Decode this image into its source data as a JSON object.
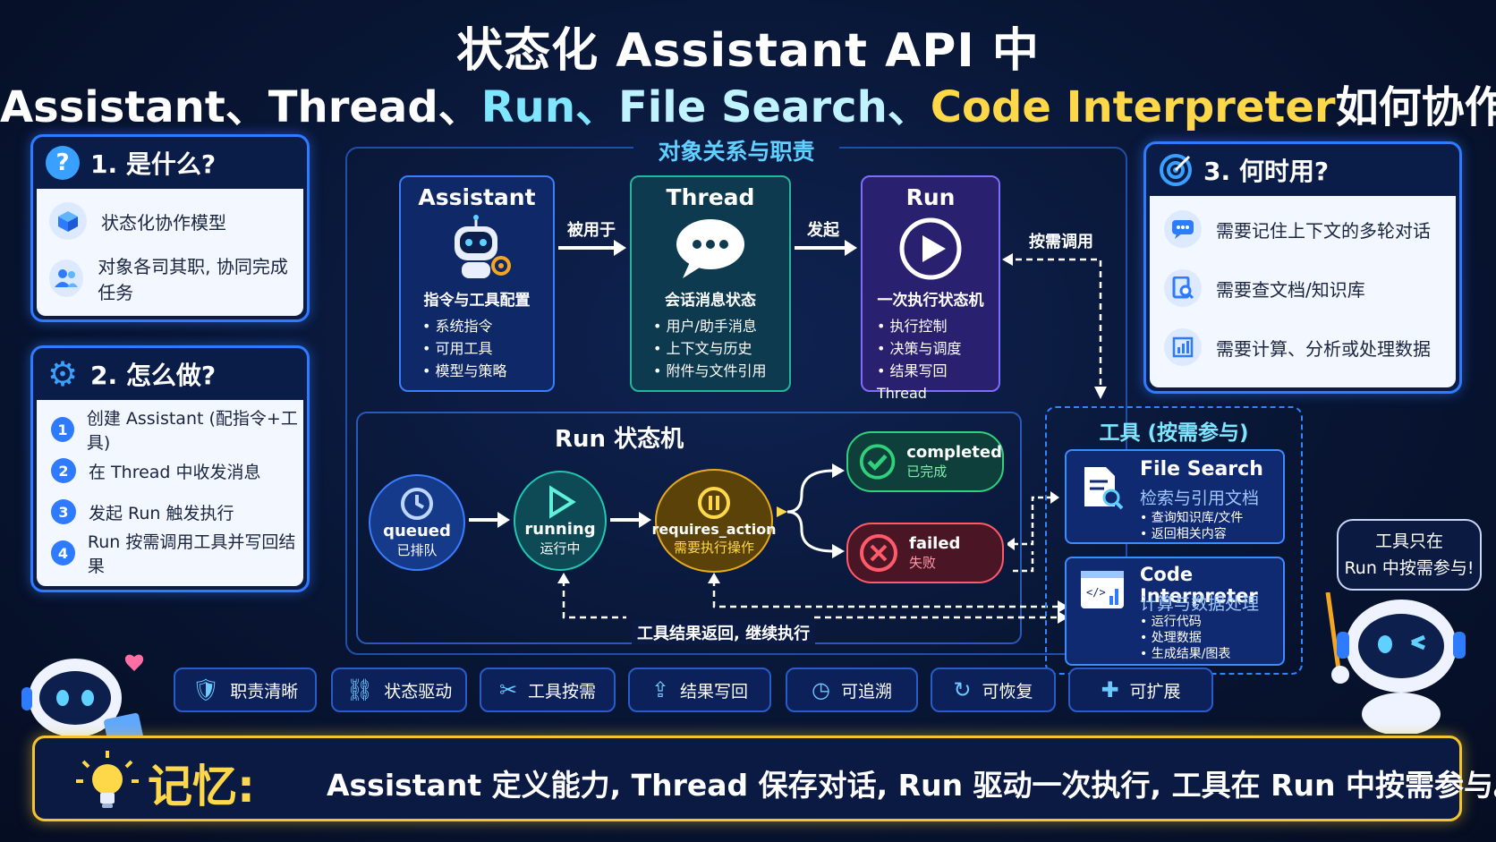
{
  "title": {
    "line1": "状态化 Assistant API 中",
    "line2_parts": [
      "Assistant、",
      "Thread、",
      "Run、",
      "File Search、",
      "Code Interpreter",
      "如何协作?"
    ]
  },
  "what": {
    "heading": "1. 是什么?",
    "icon": "question-icon",
    "items": [
      {
        "icon": "cube-icon",
        "label": "状态化协作模型"
      },
      {
        "icon": "users-icon",
        "label": "对象各司其职, 协同完成任务"
      }
    ]
  },
  "how": {
    "heading": "2. 怎么做?",
    "icon": "gear-icon",
    "steps": [
      {
        "num": "1",
        "label": "创建 Assistant (配指令+工具)"
      },
      {
        "num": "2",
        "label": "在 Thread 中收发消息"
      },
      {
        "num": "3",
        "label": "发起 Run 触发执行"
      },
      {
        "num": "4",
        "label": "Run 按需调用工具并写回结果"
      }
    ]
  },
  "when": {
    "heading": "3. 何时用?",
    "icon": "target-icon",
    "items": [
      {
        "icon": "chat-icon",
        "label": "需要记住上下文的多轮对话"
      },
      {
        "icon": "doc-search-icon",
        "label": "需要查文档/知识库"
      },
      {
        "icon": "bar-chart-icon",
        "label": "需要计算、分析或处理数据"
      }
    ]
  },
  "relations": {
    "title": "对象关系与职责",
    "assistant": {
      "title": "Assistant",
      "sub": "指令与工具配置",
      "items": [
        "系统指令",
        "可用工具",
        "模型与策略"
      ],
      "icon": "robot-icon"
    },
    "thread": {
      "title": "Thread",
      "sub": "会话消息状态",
      "items": [
        "用户/助手消息",
        "上下文与历史",
        "附件与文件引用"
      ],
      "icon": "chat-bubble-icon"
    },
    "run": {
      "title": "Run",
      "sub": "一次执行状态机",
      "items": [
        "执行控制",
        "决策与调度",
        "结果写回 Thread"
      ],
      "icon": "play-icon"
    },
    "arrow1": "被用于",
    "arrow2": "发起",
    "on_demand": "按需调用"
  },
  "state_machine": {
    "title": "Run 状态机",
    "queued": {
      "name": "queued",
      "cn": "已排队",
      "icon": "clock-icon"
    },
    "running": {
      "name": "running",
      "cn": "运行中",
      "icon": "play-icon"
    },
    "requires_action": {
      "name": "requires_action",
      "cn": "需要执行操作",
      "icon": "pause-icon"
    },
    "completed": {
      "name": "completed",
      "cn": "已完成",
      "icon": "check-icon"
    },
    "failed": {
      "name": "failed",
      "cn": "失败",
      "icon": "x-icon"
    },
    "loop_label": "工具结果返回, 继续执行"
  },
  "tools": {
    "title": "工具 (按需参与)",
    "file_search": {
      "title": "File Search",
      "sub": "检索与引用文档",
      "items": [
        "查询知识库/文件",
        "返回相关内容"
      ],
      "icon": "doc-search-icon"
    },
    "code_interpreter": {
      "title": "Code Interpreter",
      "sub": "计算与数据处理",
      "items": [
        "运行代码",
        "处理数据",
        "生成结果/图表"
      ],
      "icon": "code-chart-icon"
    }
  },
  "bubble": {
    "line1": "工具只在",
    "line2": "Run 中按需参与!"
  },
  "chips": [
    {
      "icon": "shield-check-icon",
      "label": "职责清晰"
    },
    {
      "icon": "network-icon",
      "label": "状态驱动"
    },
    {
      "icon": "tools-icon",
      "label": "工具按需"
    },
    {
      "icon": "upload-icon",
      "label": "结果写回"
    },
    {
      "icon": "clock-icon",
      "label": "可追溯"
    },
    {
      "icon": "refresh-icon",
      "label": "可恢复"
    },
    {
      "icon": "puzzle-icon",
      "label": "可扩展"
    }
  ],
  "memory": {
    "label": "记忆:",
    "text": "Assistant 定义能力, Thread 保存对话, Run 驱动一次执行, 工具在 Run 中按需参与。",
    "icon": "lightbulb-icon"
  },
  "colors": {
    "accent_blue": "#2f7bff",
    "cyan": "#7fe6ff",
    "yellow": "#ffd84a",
    "green": "#2fd27a",
    "red": "#ff5a6a",
    "gold": "#e7a91c"
  }
}
